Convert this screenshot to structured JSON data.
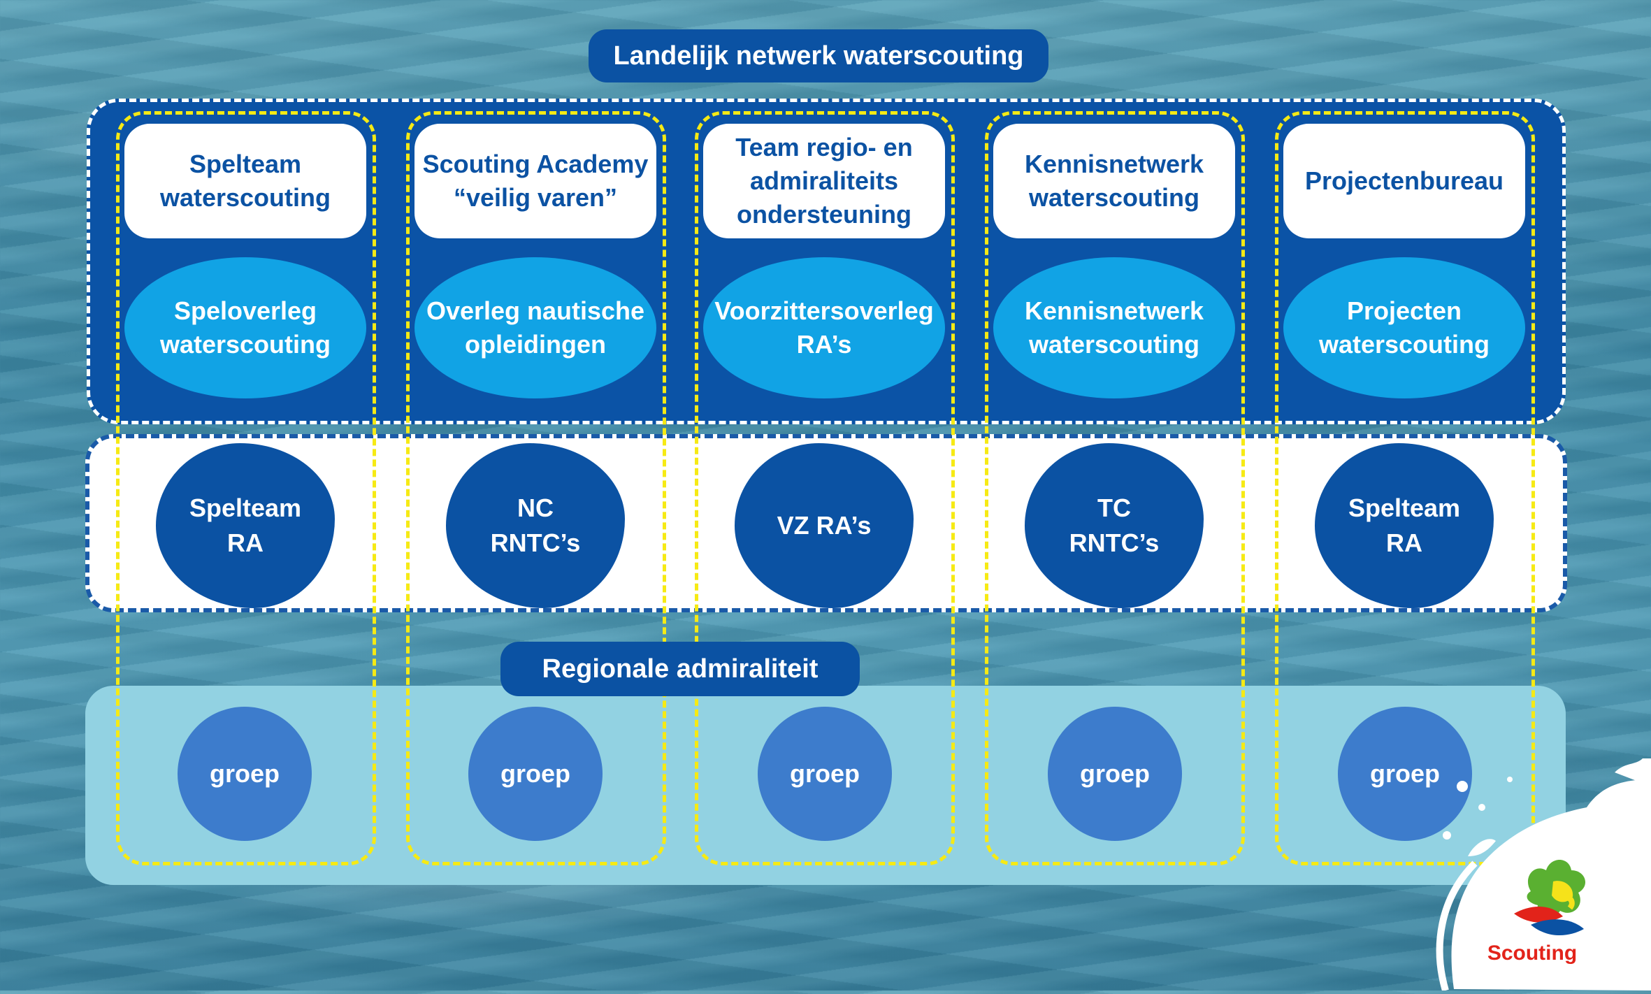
{
  "header": {
    "title": "Landelijk netwerk waterscouting"
  },
  "regional_label": "Regionale admiraliteit",
  "columns": [
    {
      "name": "Spelteam\nwaterscouting",
      "meeting": "Speloverleg\nwaterscouting",
      "regional": "Spelteam\nRA",
      "group": "groep"
    },
    {
      "name": "Scouting Academy\n“veilig varen”",
      "meeting": "Overleg nautische\nopleidingen",
      "regional": "NC\nRNTC’s",
      "group": "groep"
    },
    {
      "name": "Team regio- en\nadmiraliteits\nondersteuning",
      "meeting": "Voorzittersoverleg\nRA’s",
      "regional": "VZ RA’s",
      "group": "groep"
    },
    {
      "name": "Kennisnetwerk\nwaterscouting",
      "meeting": "Kennisnetwerk\nwaterscouting",
      "regional": "TC\nRNTC’s",
      "group": "groep"
    },
    {
      "name": "Projectenbureau",
      "meeting": "Projecten\nwaterscouting",
      "regional": "Spelteam\nRA",
      "group": "groep"
    }
  ],
  "logo": {
    "text": "Scouting"
  },
  "colors": {
    "dark_blue": "#0b52a3",
    "light_blue": "#11a3e5",
    "yellow_dash": "#f6ea14",
    "pale_cyan": "#92d2e2",
    "group_blue": "#3d7ccc",
    "logo_red": "#e2231a"
  }
}
